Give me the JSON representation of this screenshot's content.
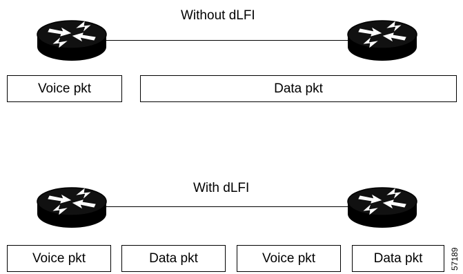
{
  "top": {
    "title": "Without dLFI",
    "packets": [
      "Voice pkt",
      "Data pkt"
    ]
  },
  "bottom": {
    "title": "With dLFI",
    "packets": [
      "Voice pkt",
      "Data pkt",
      "Voice pkt",
      "Data pkt"
    ]
  },
  "figure_id": "57189",
  "icons": {
    "router": "router-icon"
  },
  "colors": {
    "router_body": "#000000",
    "router_arrows": "#ffffff",
    "line": "#000000"
  }
}
